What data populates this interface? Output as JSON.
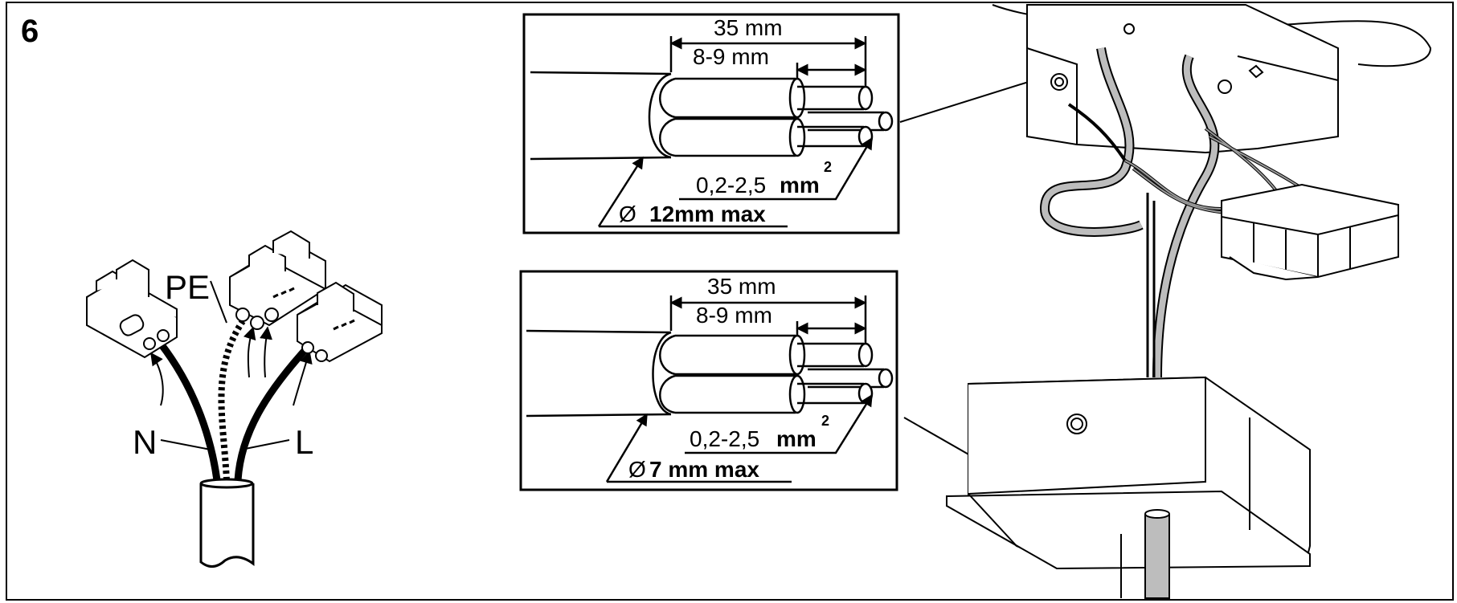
{
  "step": {
    "number": "6"
  },
  "connectors": {
    "pe_label": "PE",
    "n_label": "N",
    "l_label": "L"
  },
  "detail_top": {
    "length_total": "35 mm",
    "length_strip": "8-9 mm",
    "wire_section": "0,2-2,5",
    "wire_unit": "mm",
    "wire_exp": "2",
    "diameter_symbol": "Ø",
    "diameter_value": "12mm max"
  },
  "detail_bottom": {
    "length_total": "35 mm",
    "length_strip": "8-9 mm",
    "wire_section": "0,2-2,5",
    "wire_unit": "mm",
    "wire_exp": "2",
    "diameter_symbol": "Ø",
    "diameter_value": "7 mm max"
  },
  "colors": {
    "line": "#000000",
    "cable_grey": "#bdbdbd",
    "border": "#000000"
  }
}
